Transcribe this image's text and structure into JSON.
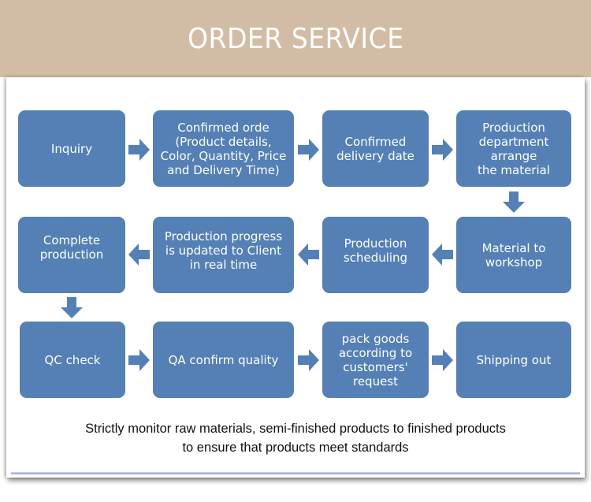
{
  "header": {
    "title": "ORDER SERVICE"
  },
  "colors": {
    "header_bg": "#d3bca5",
    "box": "#5480b5",
    "box_text": "#ffffff"
  },
  "steps": [
    {
      "id": 1,
      "label": "Inquiry"
    },
    {
      "id": 2,
      "label": "Confirmed orde\n(Product details,\nColor, Quantity, Price\nand Delivery Time)"
    },
    {
      "id": 3,
      "label": "Confirmed\ndelivery date"
    },
    {
      "id": 4,
      "label": "Production\ndepartment\narrange\nthe material"
    },
    {
      "id": 5,
      "label": "Material to\nworkshop"
    },
    {
      "id": 6,
      "label": "Production\nscheduling"
    },
    {
      "id": 7,
      "label": "Production progress\nis updated to Client\nin real time"
    },
    {
      "id": 8,
      "label": "Complete\nproduction"
    },
    {
      "id": 9,
      "label": "QC check"
    },
    {
      "id": 10,
      "label": "QA confirm quality"
    },
    {
      "id": 11,
      "label": "pack goods\naccording to\ncustomers'\nrequest"
    },
    {
      "id": 12,
      "label": "Shipping out"
    }
  ],
  "arrows": [
    {
      "from": 1,
      "to": 2,
      "direction": "right"
    },
    {
      "from": 2,
      "to": 3,
      "direction": "right"
    },
    {
      "from": 3,
      "to": 4,
      "direction": "right"
    },
    {
      "from": 4,
      "to": 5,
      "direction": "down"
    },
    {
      "from": 5,
      "to": 6,
      "direction": "left"
    },
    {
      "from": 6,
      "to": 7,
      "direction": "left"
    },
    {
      "from": 7,
      "to": 8,
      "direction": "left"
    },
    {
      "from": 8,
      "to": 9,
      "direction": "down"
    },
    {
      "from": 9,
      "to": 10,
      "direction": "right"
    },
    {
      "from": 10,
      "to": 11,
      "direction": "right"
    },
    {
      "from": 11,
      "to": 12,
      "direction": "right"
    }
  ],
  "footer": {
    "text": "Strictly monitor raw materials, semi-finished products to finished products\nto ensure that products meet standards"
  }
}
